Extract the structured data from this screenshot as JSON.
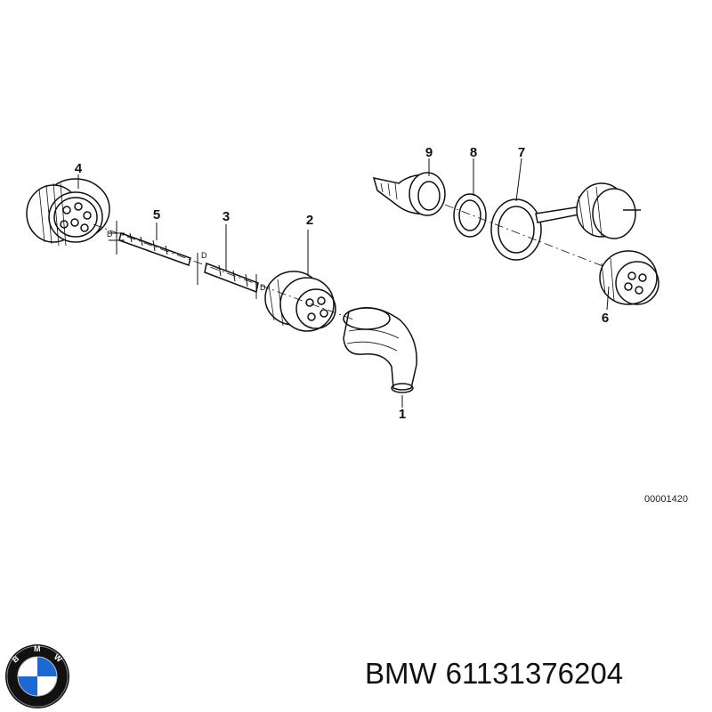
{
  "drawing": {
    "id": "00001420",
    "dimension_label": "D",
    "callouts": [
      {
        "key": "part-1",
        "label": "1"
      },
      {
        "key": "part-2",
        "label": "2"
      },
      {
        "key": "part-3",
        "label": "3"
      },
      {
        "key": "part-4",
        "label": "4"
      },
      {
        "key": "part-5",
        "label": "5"
      },
      {
        "key": "part-6",
        "label": "6"
      },
      {
        "key": "part-7",
        "label": "7"
      },
      {
        "key": "part-8",
        "label": "8"
      },
      {
        "key": "part-9",
        "label": "9"
      }
    ]
  },
  "footer": {
    "brand": "BMW",
    "part_number": "61131376204",
    "logo": {
      "letters": "BMW",
      "colors": {
        "blue": "#1c69d4",
        "ring": "#111111",
        "white": "#ffffff"
      }
    }
  }
}
